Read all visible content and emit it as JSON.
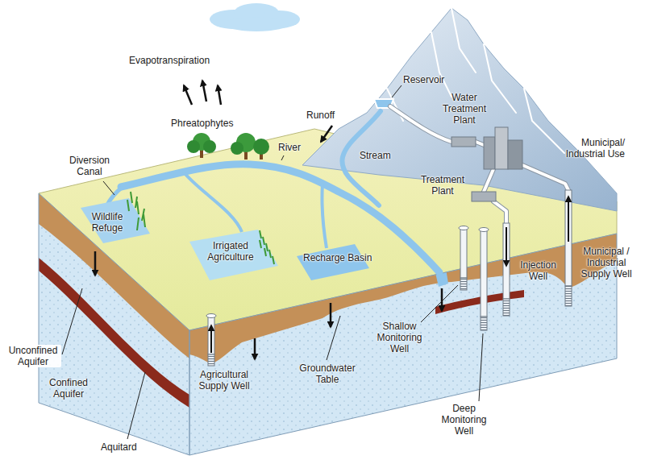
{
  "diagram": {
    "labels": [
      "Evapotranspiration",
      "Phreatophytes",
      "Reservoir",
      "Runoff",
      "Water Treatment Plant",
      "Municipal/ Industrial Use",
      "Stream",
      "Diversion Canal",
      "River",
      "Treatment Plant",
      "Wildlife Refuge",
      "Irrigated Agriculture",
      "Recharge Basin",
      "Injection Well",
      "Municipal / Industrial Supply Well",
      "Unconfined Aquifer",
      "Confined Aquifer",
      "Aquitard",
      "Agricultural Supply Well",
      "Groundwater Table",
      "Shallow Monitoring Well",
      "Deep Monitoring Well"
    ]
  }
}
